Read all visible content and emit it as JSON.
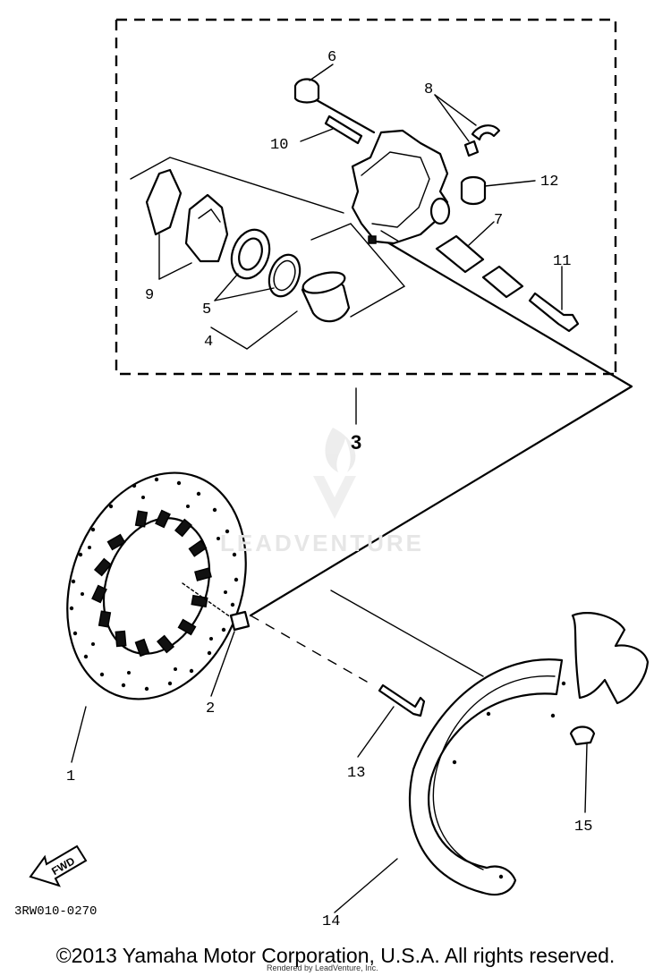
{
  "diagram": {
    "code": "3RW010-0270",
    "fwd_label": "FWD",
    "callouts": {
      "c1": "1",
      "c2": "2",
      "c3": "3",
      "c4": "4",
      "c5": "5",
      "c6": "6",
      "c7": "7",
      "c8": "8",
      "c9": "9",
      "c10": "10",
      "c11": "11",
      "c12": "12",
      "c13": "13",
      "c14": "14",
      "c15": "15"
    }
  },
  "watermark": {
    "brand": "LEADVENTURE"
  },
  "footer": {
    "copyright": "©2013 Yamaha Motor Corporation, U.S.A. All rights reserved.",
    "rendered_by": "Rendered by LeadVenture, Inc."
  }
}
